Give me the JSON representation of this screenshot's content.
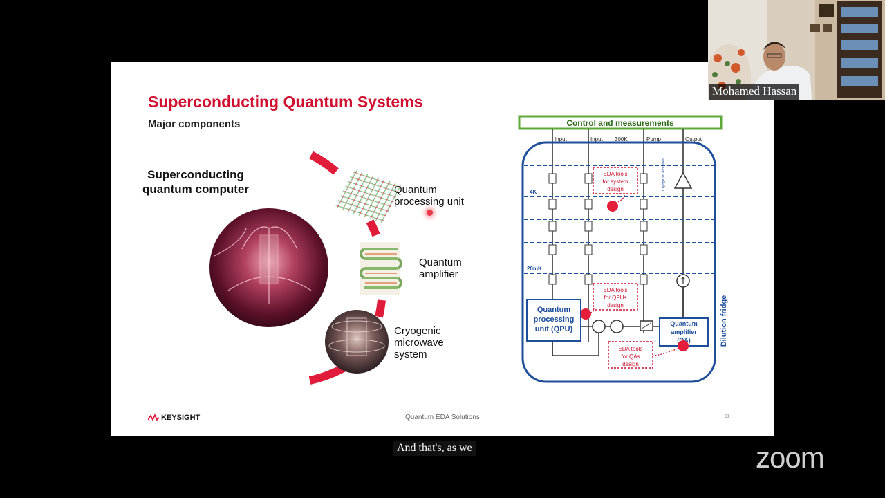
{
  "slide": {
    "title": "Superconducting Quantum Systems",
    "subtitle": "Major components",
    "left_heading": "Superconducting\nquantum computer",
    "components": {
      "qpu": "Quantum\nprocessing unit",
      "qa": "Quantum\namplifier",
      "cryo": "Cryogenic\nmicrowave\nsystem"
    },
    "footer": {
      "logo": "KEYSIGHT",
      "center": "Quantum EDA Solutions",
      "page": "11"
    }
  },
  "diagram": {
    "header": "Control and measurements",
    "ports": [
      "Input",
      "Input",
      "300K",
      "Pump",
      "Output"
    ],
    "stages": [
      "4K",
      "20mK"
    ],
    "cryo_amp_label": "Cryogenic amplifier",
    "fridge_label": "Dilution fridge",
    "eda_system": [
      "EDA tools",
      "for system",
      "design"
    ],
    "eda_qpu": [
      "EDA tools",
      "for QPUs",
      "design"
    ],
    "eda_qa": [
      "EDA tools",
      "for QAs",
      "design"
    ],
    "qpu_box": [
      "Quantum",
      "processing",
      "unit (QPU)"
    ],
    "qa_box": [
      "Quantum",
      "amplifier",
      "(QA)"
    ]
  },
  "webcam": {
    "name": "Mohamed Hassan"
  },
  "caption": "And that's, as we",
  "app_logo": "zoom",
  "colors": {
    "accent_red": "#d0102e",
    "diagram_blue": "#1f4e9a",
    "diagram_green": "#5fa83a",
    "eda_red": "#c8102e"
  }
}
